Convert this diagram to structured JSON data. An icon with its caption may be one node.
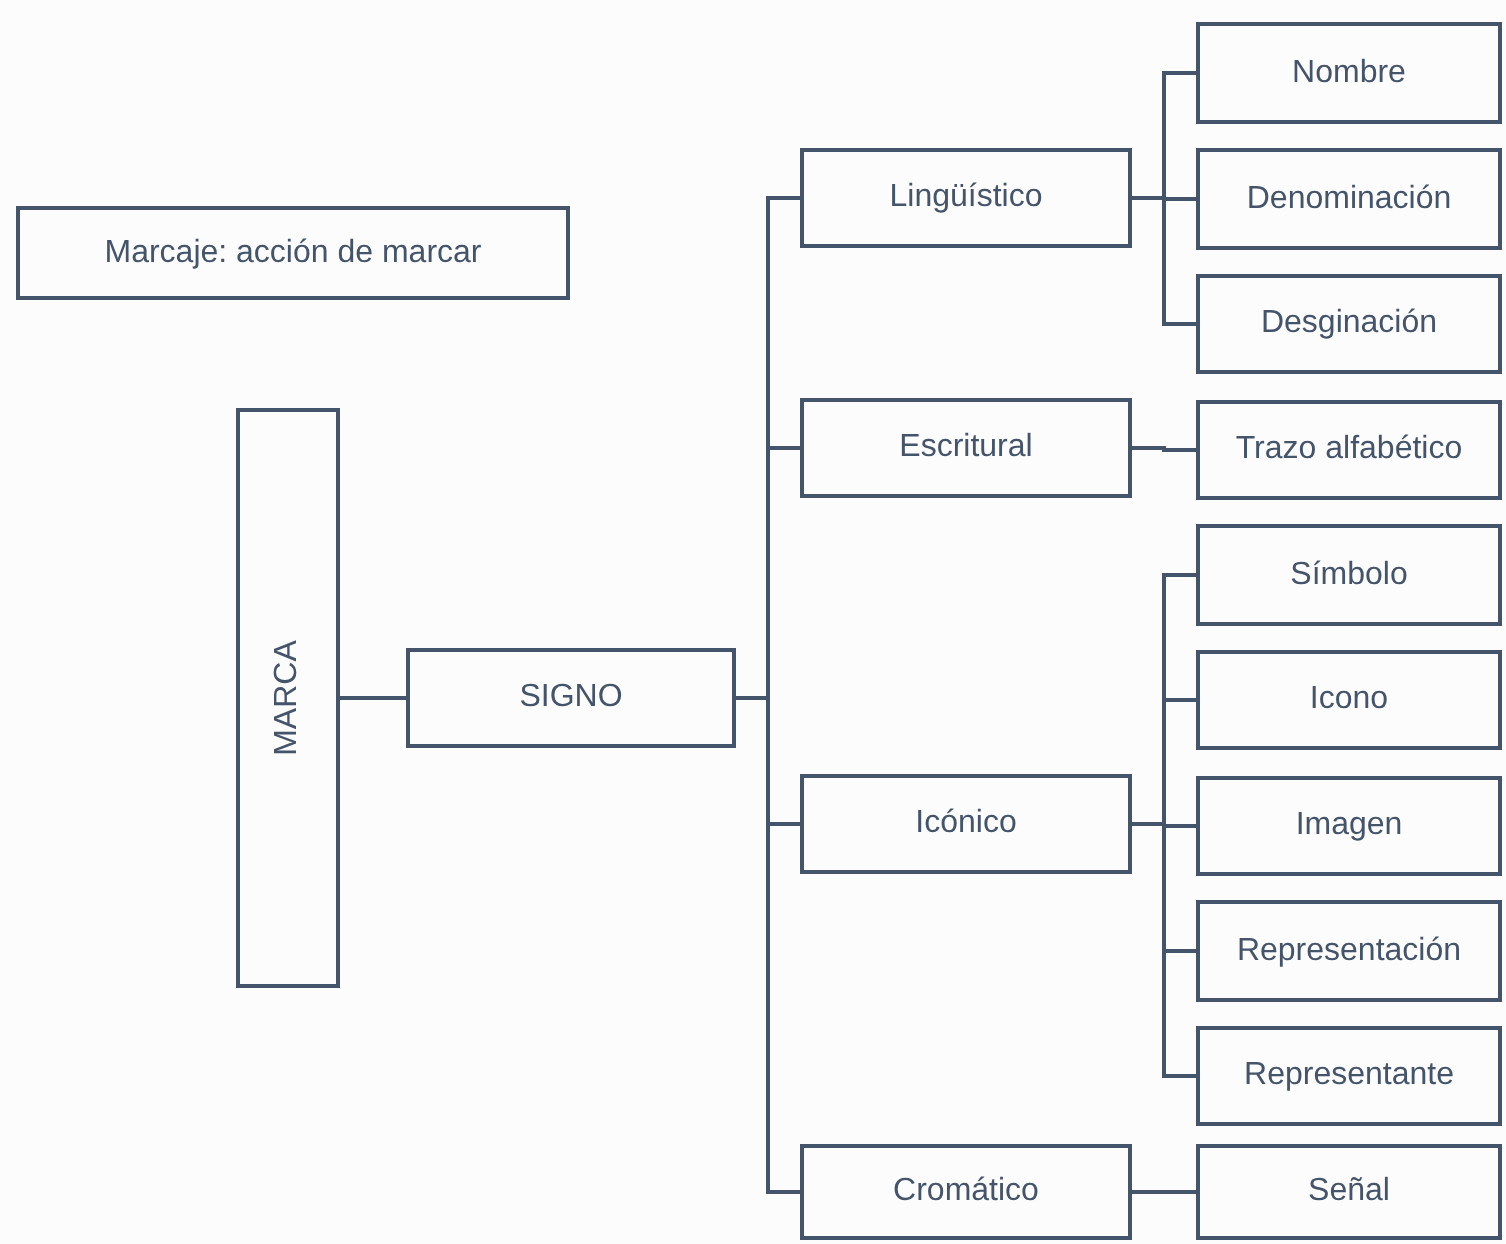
{
  "diagram": {
    "nodes": [
      {
        "text": [
          "Marcaje: acción de marcar"
        ]
      },
      {
        "text": [
          "MARCA"
        ]
      },
      {
        "text": [
          "SIGNO"
        ]
      },
      {
        "text": [
          "Lingüístico"
        ]
      },
      {
        "text": [
          "Nombre"
        ]
      },
      {
        "text": [
          "Denominación"
        ]
      },
      {
        "text": [
          "Desginación"
        ]
      },
      {
        "text": [
          "Escritural"
        ]
      },
      {
        "text": [
          "Trazo alfabético"
        ]
      },
      {
        "text": [
          "Icónico"
        ]
      },
      {
        "text": [
          "Símbolo"
        ]
      },
      {
        "text": [
          "Icono"
        ]
      },
      {
        "text": [
          "Imagen"
        ]
      },
      {
        "text": [
          "Representación"
        ]
      },
      {
        "text": [
          "Representante"
        ]
      },
      {
        "text": [
          "Cromático"
        ]
      },
      {
        "text": [
          "Señal"
        ]
      }
    ],
    "edges": [
      {
        "from": 1,
        "to": 2,
        "arrow": "none"
      },
      {
        "from": 2,
        "to": 3,
        "arrow": "none"
      },
      {
        "from": 2,
        "to": 7,
        "arrow": "none"
      },
      {
        "from": 2,
        "to": 9,
        "arrow": "none"
      },
      {
        "from": 2,
        "to": 15,
        "arrow": "none"
      },
      {
        "from": 3,
        "to": 4,
        "arrow": "none"
      },
      {
        "from": 3,
        "to": 5,
        "arrow": "none"
      },
      {
        "from": 3,
        "to": 6,
        "arrow": "none"
      },
      {
        "from": 7,
        "to": 8,
        "arrow": "none"
      },
      {
        "from": 9,
        "to": 10,
        "arrow": "none"
      },
      {
        "from": 9,
        "to": 11,
        "arrow": "none"
      },
      {
        "from": 9,
        "to": 12,
        "arrow": "none"
      },
      {
        "from": 9,
        "to": 13,
        "arrow": "none"
      },
      {
        "from": 9,
        "to": 14,
        "arrow": "none"
      },
      {
        "from": 15,
        "to": 16,
        "arrow": "none"
      }
    ]
  }
}
